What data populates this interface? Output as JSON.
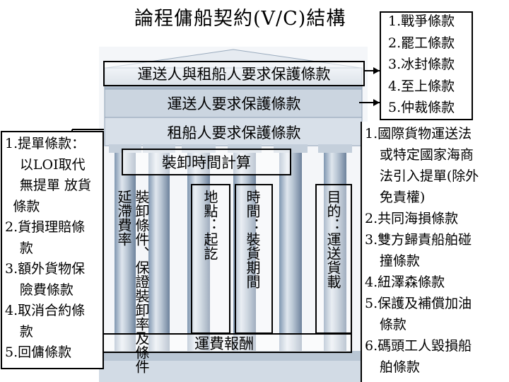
{
  "title": "論程傭船契約(V/C)結構",
  "banners": {
    "b1": "運送人與租船人要求保護條款",
    "b2": "運送人要求保護條款",
    "b3": "租船人要求保護條款",
    "b4": "裝卸時間計算",
    "b5": "運費報酬"
  },
  "columns": {
    "c1": "延滯費率",
    "c2": "裝卸條件、保證裝卸率及條件",
    "c3": "地點：起訖",
    "c4": "時間：裝貨期間",
    "c5": "目的：運送貨載"
  },
  "top_right_list": [
    "1.戰爭條款",
    "2.罷工條款",
    "3.冰封條款",
    "4.至上條款",
    "5.仲裁條款"
  ],
  "left_list": [
    {
      "first": "1.提單條款：",
      "rest": [
        "以LOI取代",
        "無提單 放貨",
        "條款"
      ]
    },
    {
      "first": "2.貨損理賠條",
      "rest": [
        "款"
      ]
    },
    {
      "first": "3.額外貨物保",
      "rest": [
        "險費條款"
      ]
    },
    {
      "first": "4.取消合約條",
      "rest": [
        "款"
      ]
    },
    {
      "first": "5.回傭條款",
      "rest": []
    }
  ],
  "right_list": [
    {
      "first": "1.國際貨物運送法",
      "rest": [
        "或特定國家海商",
        "法引入提單(除外",
        "免責權)"
      ]
    },
    {
      "first": "2.共同海損條款",
      "rest": []
    },
    {
      "first": "3.雙方歸責船舶碰",
      "rest": [
        "撞條款"
      ]
    },
    {
      "first": "4.紐澤森條款",
      "rest": []
    },
    {
      "first": "5.保護及補償加油",
      "rest": [
        "條款"
      ]
    },
    {
      "first": "6.碼頭工人毀損船",
      "rest": [
        "舶條款"
      ]
    }
  ]
}
